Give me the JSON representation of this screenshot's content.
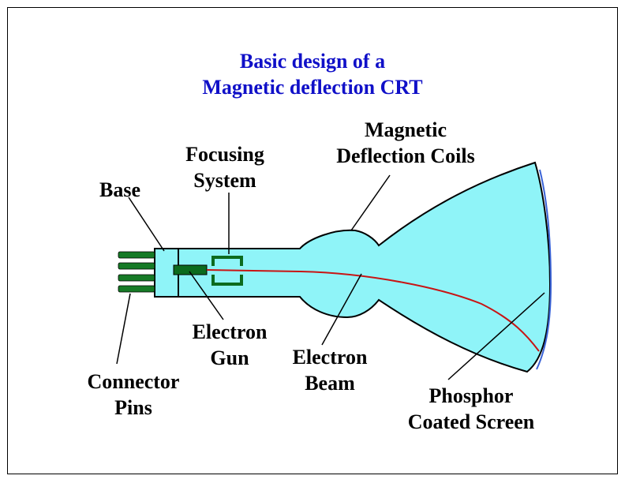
{
  "title": {
    "line1": "Basic design of a",
    "line2": "Magnetic deflection CRT"
  },
  "labels": {
    "base": "Base",
    "focusing_line1": "Focusing",
    "focusing_line2": "System",
    "coils_line1": "Magnetic",
    "coils_line2": "Deflection Coils",
    "gun_line1": "Electron",
    "gun_line2": "Gun",
    "beam_line1": "Electron",
    "beam_line2": "Beam",
    "pins_line1": "Connector",
    "pins_line2": "Pins",
    "screen_line1": "Phosphor",
    "screen_line2": "Coated Screen"
  },
  "colors": {
    "title": "#1010c8",
    "tube_fill": "#8ff4f8",
    "screen_edge": "#3a63d6",
    "electron_beam": "#c81414",
    "gun": "#0c6b1e",
    "pins": "#167a26",
    "focusing": "#0c6b1e"
  }
}
